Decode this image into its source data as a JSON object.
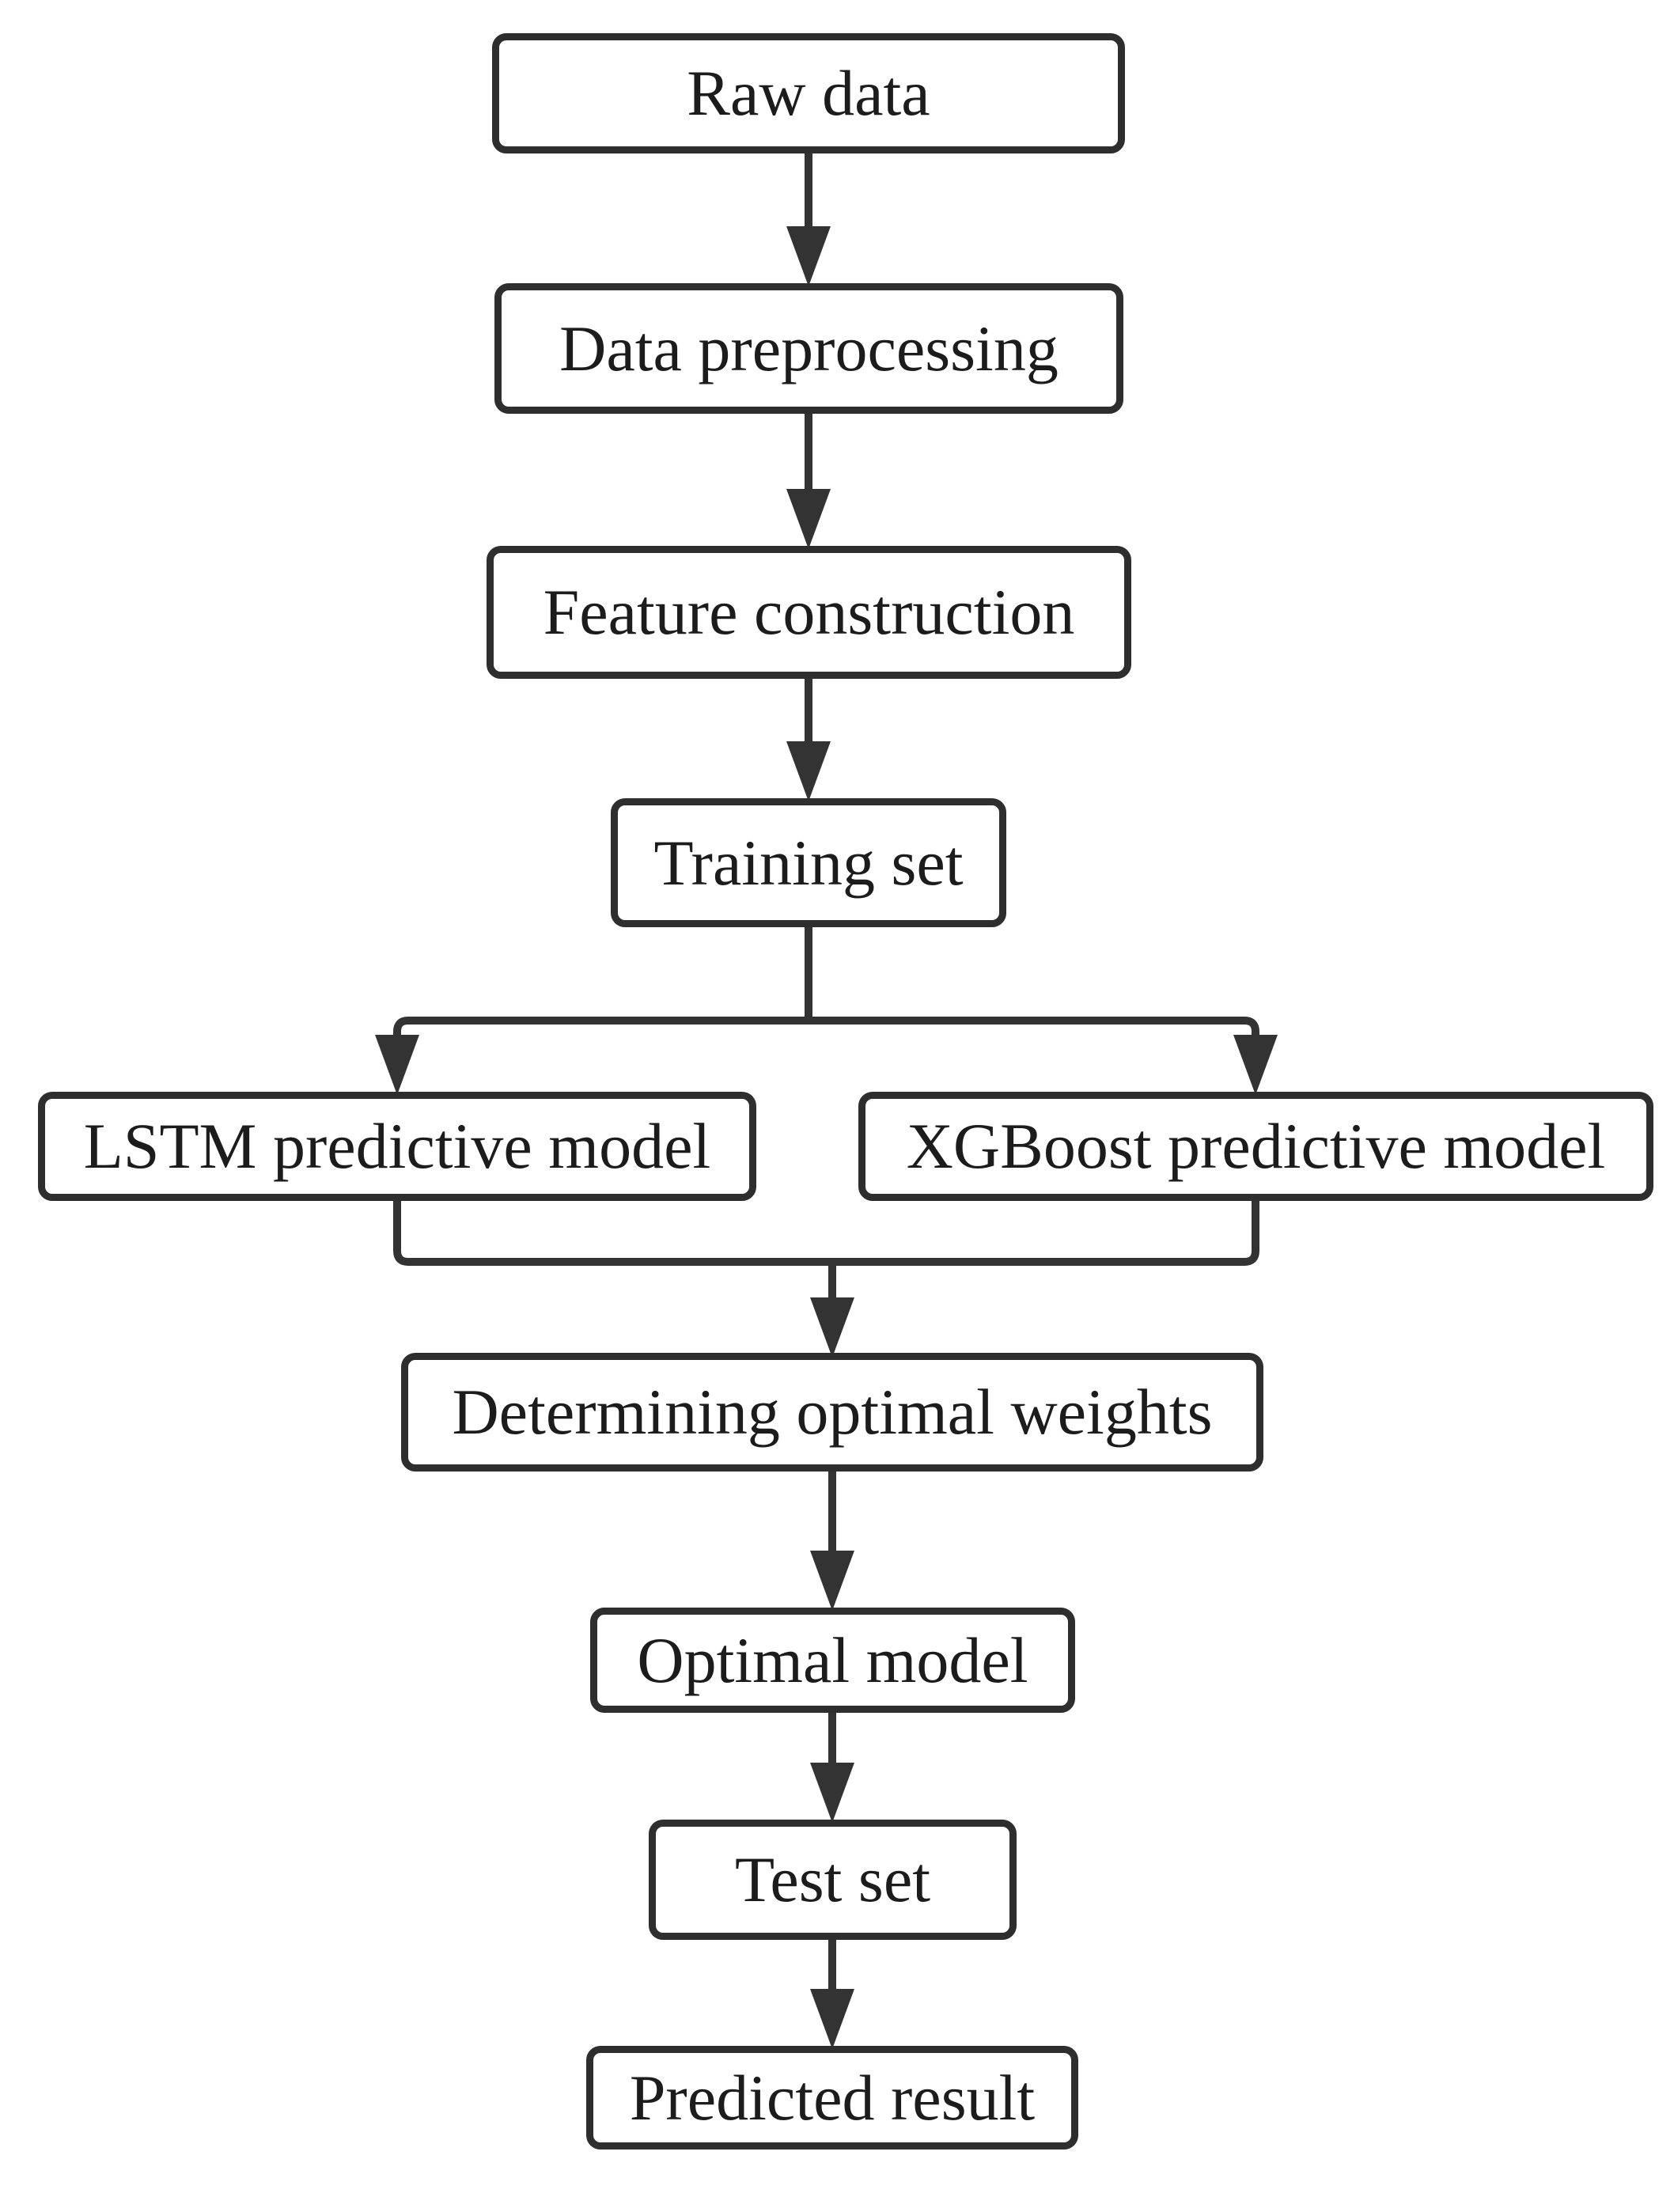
{
  "diagram": {
    "type": "flowchart",
    "colors": {
      "background": "#ffffff",
      "line": "#333333",
      "box_border": "#2e2e2e",
      "box_fill": "#ffffff",
      "text": "#1c1c1c"
    },
    "nodes": {
      "raw_data": {
        "label": "Raw data"
      },
      "data_preprocessing": {
        "label": "Data preprocessing"
      },
      "feature_construction": {
        "label": "Feature construction"
      },
      "training_set": {
        "label": "Training set"
      },
      "lstm": {
        "label": "LSTM predictive model"
      },
      "xgboost": {
        "label": "XGBoost predictive model"
      },
      "determining_weights": {
        "label": "Determining optimal weights"
      },
      "optimal_model": {
        "label": "Optimal model"
      },
      "test_set": {
        "label": "Test set"
      },
      "predicted_result": {
        "label": "Predicted result"
      }
    },
    "edges": [
      {
        "from": "raw_data",
        "to": "data_preprocessing"
      },
      {
        "from": "data_preprocessing",
        "to": "feature_construction"
      },
      {
        "from": "feature_construction",
        "to": "training_set"
      },
      {
        "from": "training_set",
        "to": "lstm"
      },
      {
        "from": "training_set",
        "to": "xgboost"
      },
      {
        "from": "lstm",
        "to": "determining_weights"
      },
      {
        "from": "xgboost",
        "to": "determining_weights"
      },
      {
        "from": "determining_weights",
        "to": "optimal_model"
      },
      {
        "from": "optimal_model",
        "to": "test_set"
      },
      {
        "from": "test_set",
        "to": "predicted_result"
      }
    ]
  }
}
